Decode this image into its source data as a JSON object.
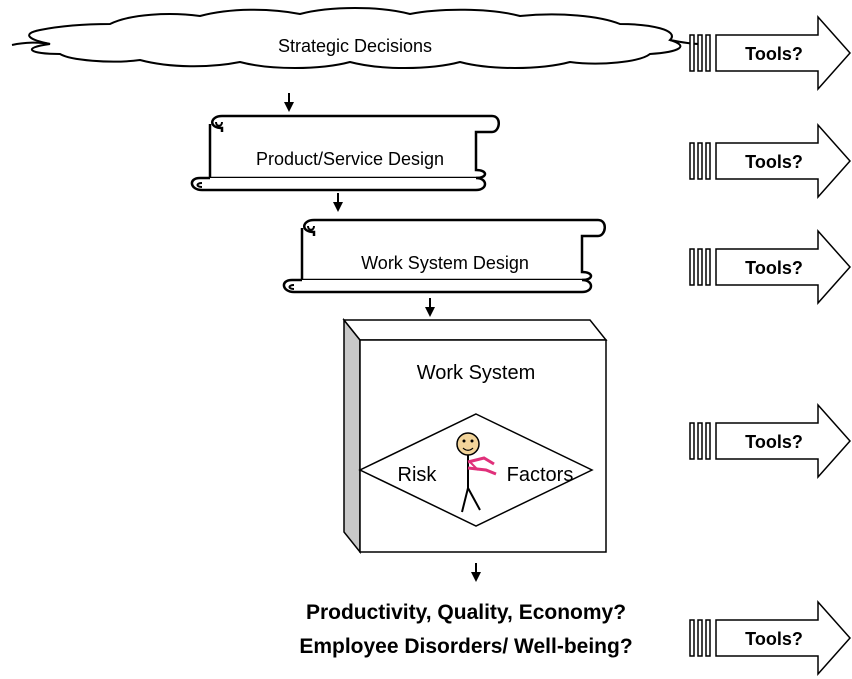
{
  "diagram": {
    "cloud": {
      "label": "Strategic Decisions"
    },
    "scroll_product": {
      "label": "Product/Service Design"
    },
    "scroll_work": {
      "label": "Work System Design"
    },
    "work_system": {
      "label": "Work System",
      "risk_label": "Risk",
      "factors_label": "Factors"
    },
    "outcomes": {
      "line1": "Productivity, Quality, Economy?",
      "line2": "Employee Disorders/ Well-being?"
    },
    "tools": [
      "Tools?",
      "Tools?",
      "Tools?",
      "Tools?",
      "Tools?"
    ],
    "colors": {
      "figure_arms": "#e0307a",
      "figure_face": "#f2d49a",
      "box_side": "#c8c8c8"
    },
    "icons": [
      "down-arrow-icon",
      "block-arrow-icon",
      "stick-figure-icon"
    ]
  }
}
